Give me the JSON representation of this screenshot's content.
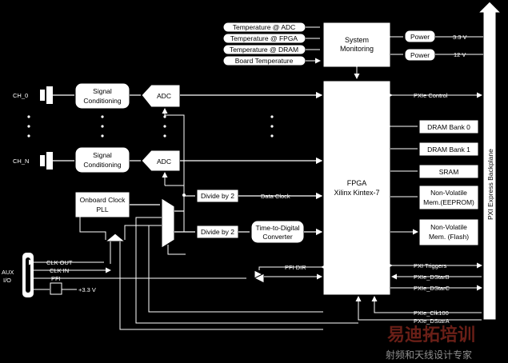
{
  "sensors": [
    "Temperature @ ADC",
    "Temperature @ FPGA",
    "Temperature @ DRAM",
    "Board Temperature"
  ],
  "system_monitoring": [
    "System",
    "Monitoring"
  ],
  "power": [
    {
      "label": "Power",
      "voltage": "3.3 V"
    },
    {
      "label": "Power",
      "voltage": "12 V"
    }
  ],
  "channels": [
    "CH_0",
    "CH_N"
  ],
  "signal_conditioning": [
    "Signal",
    "Conditioning"
  ],
  "adc": "ADC",
  "fpga": [
    "FPGA",
    "Xilinx Kintex-7"
  ],
  "memory": [
    [
      "DRAM Bank 0"
    ],
    [
      "DRAM Bank 1"
    ],
    [
      "SRAM"
    ],
    [
      "Non-Volatile",
      "Mem.(EEPROM)"
    ],
    [
      "Non-Volatile",
      "Mem. (Flash)"
    ]
  ],
  "clock_pll": [
    "Onboard Clock",
    "PLL"
  ],
  "divide_by_2": "Divide by 2",
  "data_clock": "Data Clock",
  "tdc": [
    "Time-to-Digital",
    "Converter"
  ],
  "aux": [
    "AUX",
    "I/O"
  ],
  "aux_signals": [
    "CLK OUT",
    "CLK IN",
    "PFI"
  ],
  "aux_power": "+3.3 V",
  "signals": {
    "pfi_dir": "PFI DIR",
    "pxie_control": "PXIe Control",
    "pxi_triggers": "PXI Triggers",
    "pxie_dstarb": "PXIe_DStarB",
    "pxie_dstarc": "PXIe_DStarC",
    "pxie_clk100": "PXIe_Clk100",
    "pxie_dstara": "PXIe_DStarA"
  },
  "backplane": "PXI Express Backplane",
  "watermark": [
    "易迪拓培训",
    "射频和天线设计专家"
  ]
}
